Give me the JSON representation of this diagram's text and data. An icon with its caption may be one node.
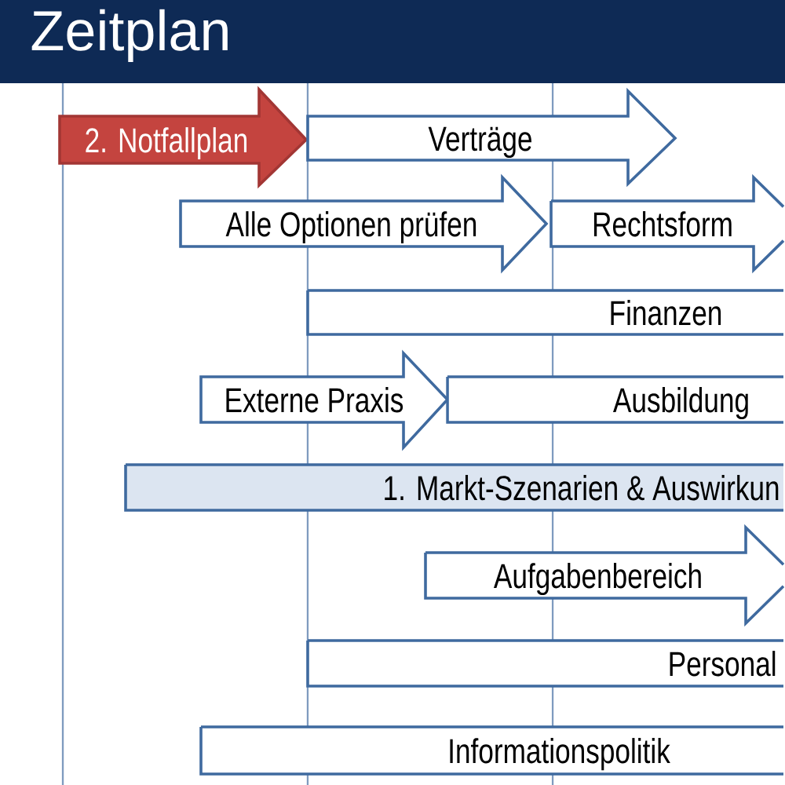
{
  "diagram": {
    "title": "Zeitplan",
    "nodes": [
      {
        "text": [
          "2. Notfallplan"
        ]
      },
      {
        "text": [
          "Verträge"
        ]
      },
      {
        "text": [
          "Alle Optionen prüfen"
        ]
      },
      {
        "text": [
          "Rechtsform"
        ]
      },
      {
        "text": [
          "Finanzen"
        ]
      },
      {
        "text": [
          "Externe Praxis"
        ]
      },
      {
        "text": [
          "Ausbildung"
        ]
      },
      {
        "text": [
          "1. Markt-Szenarien & Auswirkun"
        ]
      },
      {
        "text": [
          "Aufgabenbereich"
        ]
      },
      {
        "text": [
          "Personal"
        ]
      },
      {
        "text": [
          "Informationspolitik"
        ]
      }
    ]
  }
}
